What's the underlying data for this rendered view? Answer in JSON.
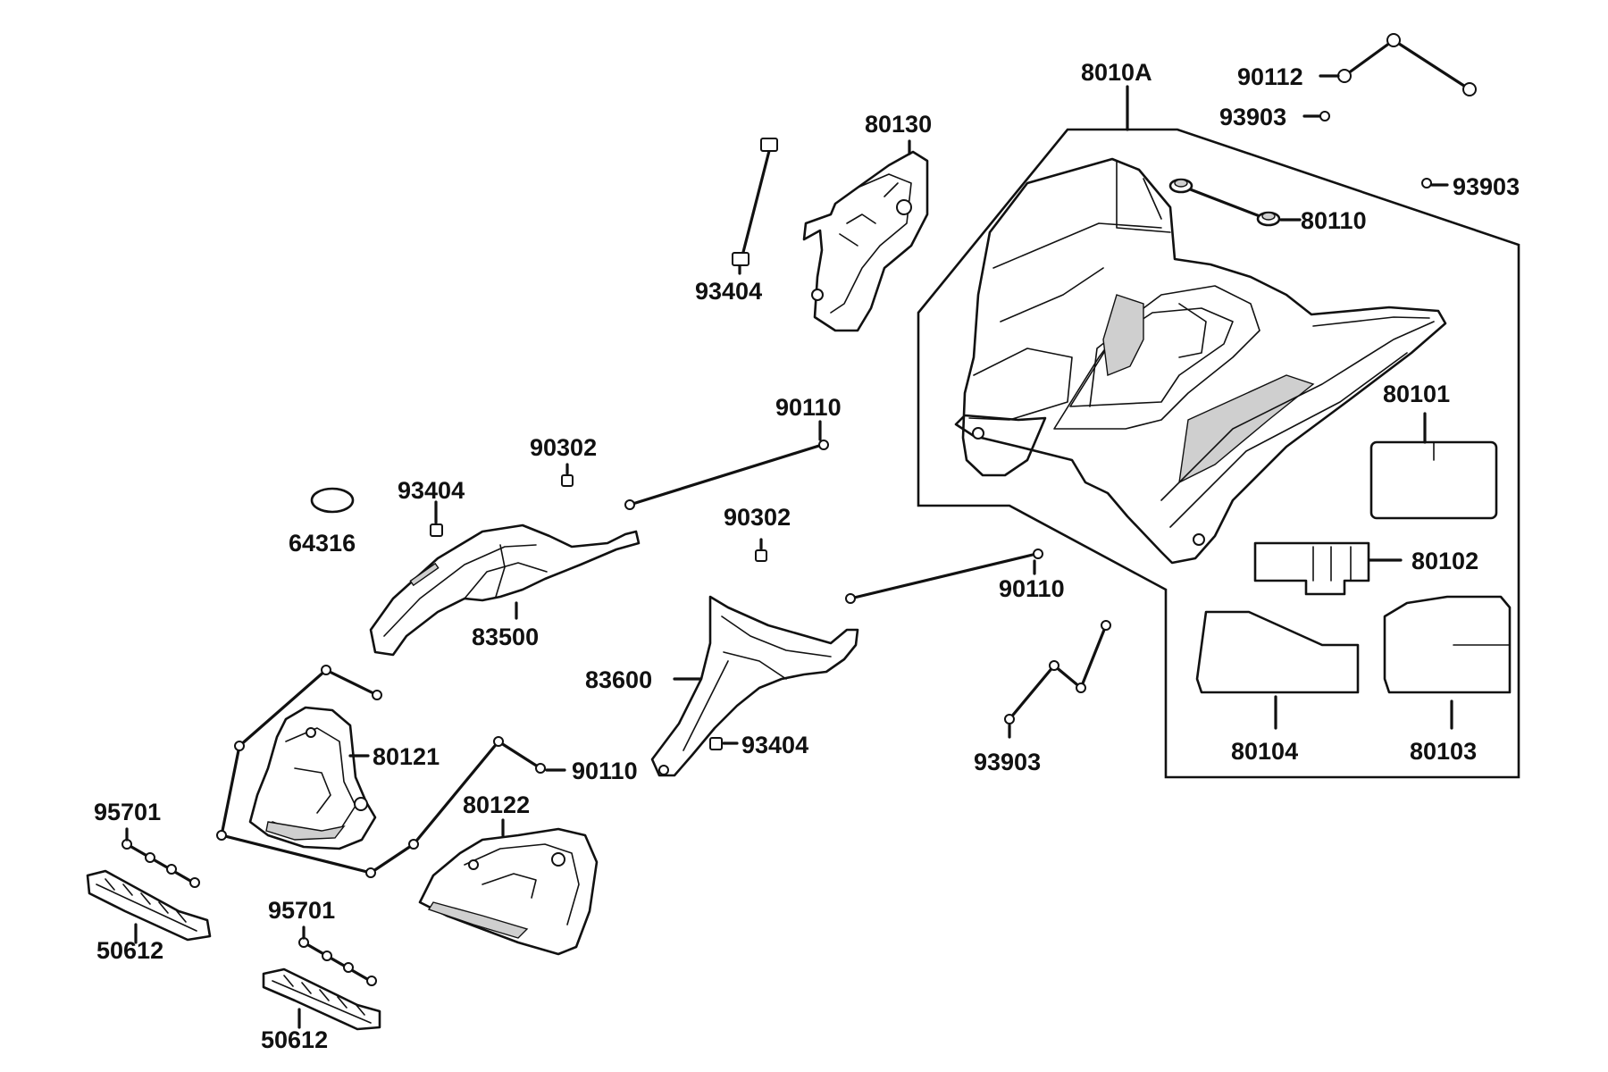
{
  "diagram": {
    "labels": {
      "p8010A": "8010A",
      "p90112": "90112",
      "p93903_a": "93903",
      "p93903_b": "93903",
      "p80110": "80110",
      "p80130": "80130",
      "p93404_a": "93404",
      "p90110_a": "90110",
      "p90302_a": "90302",
      "p93404_b": "93404",
      "p64316": "64316",
      "p83500": "83500",
      "p90302_b": "90302",
      "p80101": "80101",
      "p80102": "80102",
      "p90110_b": "90110",
      "p83600": "83600",
      "p80121": "80121",
      "p93404_c": "93404",
      "p90110_c": "90110",
      "p93903_c": "93903",
      "p80104": "80104",
      "p80103": "80103",
      "p95701_a": "95701",
      "p80122": "80122",
      "p50612_a": "50612",
      "p95701_b": "95701",
      "p50612_b": "50612"
    }
  }
}
